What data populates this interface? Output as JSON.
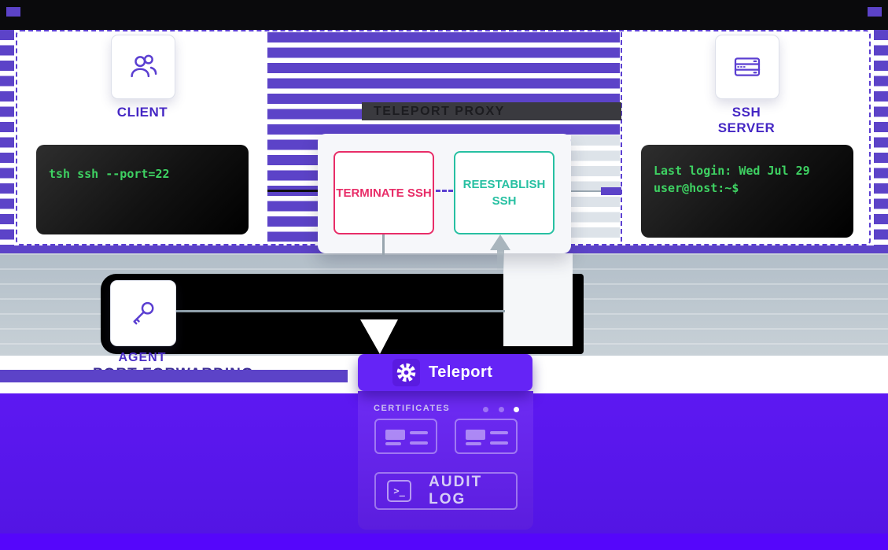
{
  "tunnel": {
    "proxy_bar_label": "TELEPORT PROXY"
  },
  "client": {
    "label": "CLIENT",
    "terminal_command": "tsh ssh --port=22"
  },
  "proxy": {
    "terminate_label": "TERMINATE SSH",
    "reestablish_label": "REESTABLISH SSH"
  },
  "server": {
    "label": "SSH SERVER",
    "terminal_line1": "Last login: Wed Jul 29",
    "terminal_line2": "user@host:~$"
  },
  "agent": {
    "label": "AGENT",
    "sublabel": "PORT FORWARDING"
  },
  "teleport": {
    "title": "Teleport",
    "certificates_label": "CERTIFICATES",
    "audit_log_label": "AUDIT LOG",
    "audit_icon_glyph": ">_",
    "pagination_dot_count": "3"
  },
  "colors": {
    "stripe_purple": "#5C43C8",
    "brand_purple": "#4527C4",
    "terminate_pink": "#E82D68",
    "reestablish_teal": "#27C0A2",
    "terminal_green": "#3ED162",
    "proxy_bar_dark": "#3A3A3F",
    "panel_purple": "#6524F6",
    "band_purple": "#5D18F2",
    "footer_purple": "#5506FB",
    "gray_band": "#BCC7CE"
  }
}
